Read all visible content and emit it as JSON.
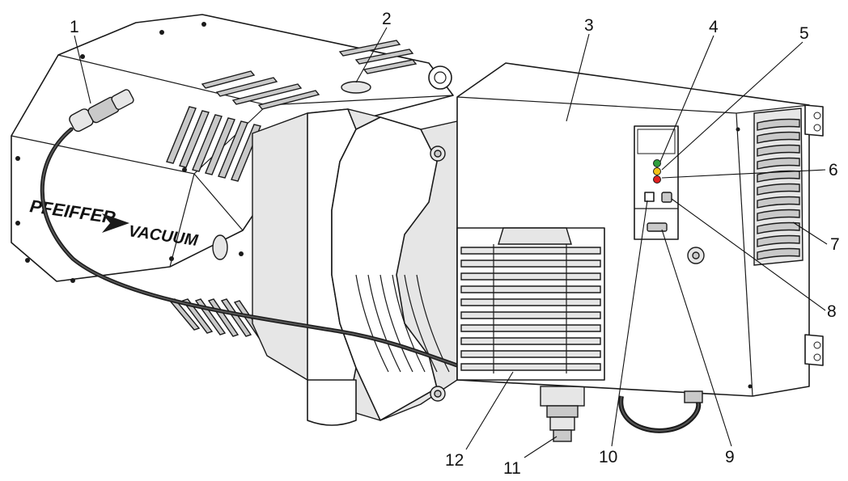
{
  "brand": {
    "left_word": "PFEIFFER",
    "right_word": "VACUUM"
  },
  "callouts": [
    {
      "label": "1"
    },
    {
      "label": "2"
    },
    {
      "label": "3"
    },
    {
      "label": "4"
    },
    {
      "label": "5"
    },
    {
      "label": "6"
    },
    {
      "label": "7"
    },
    {
      "label": "8"
    },
    {
      "label": "9"
    },
    {
      "label": "10"
    },
    {
      "label": "11"
    },
    {
      "label": "12"
    }
  ],
  "status_led_colors": {
    "green": "#2e9e3e",
    "yellow": "#f2c318",
    "red": "#e02020"
  }
}
